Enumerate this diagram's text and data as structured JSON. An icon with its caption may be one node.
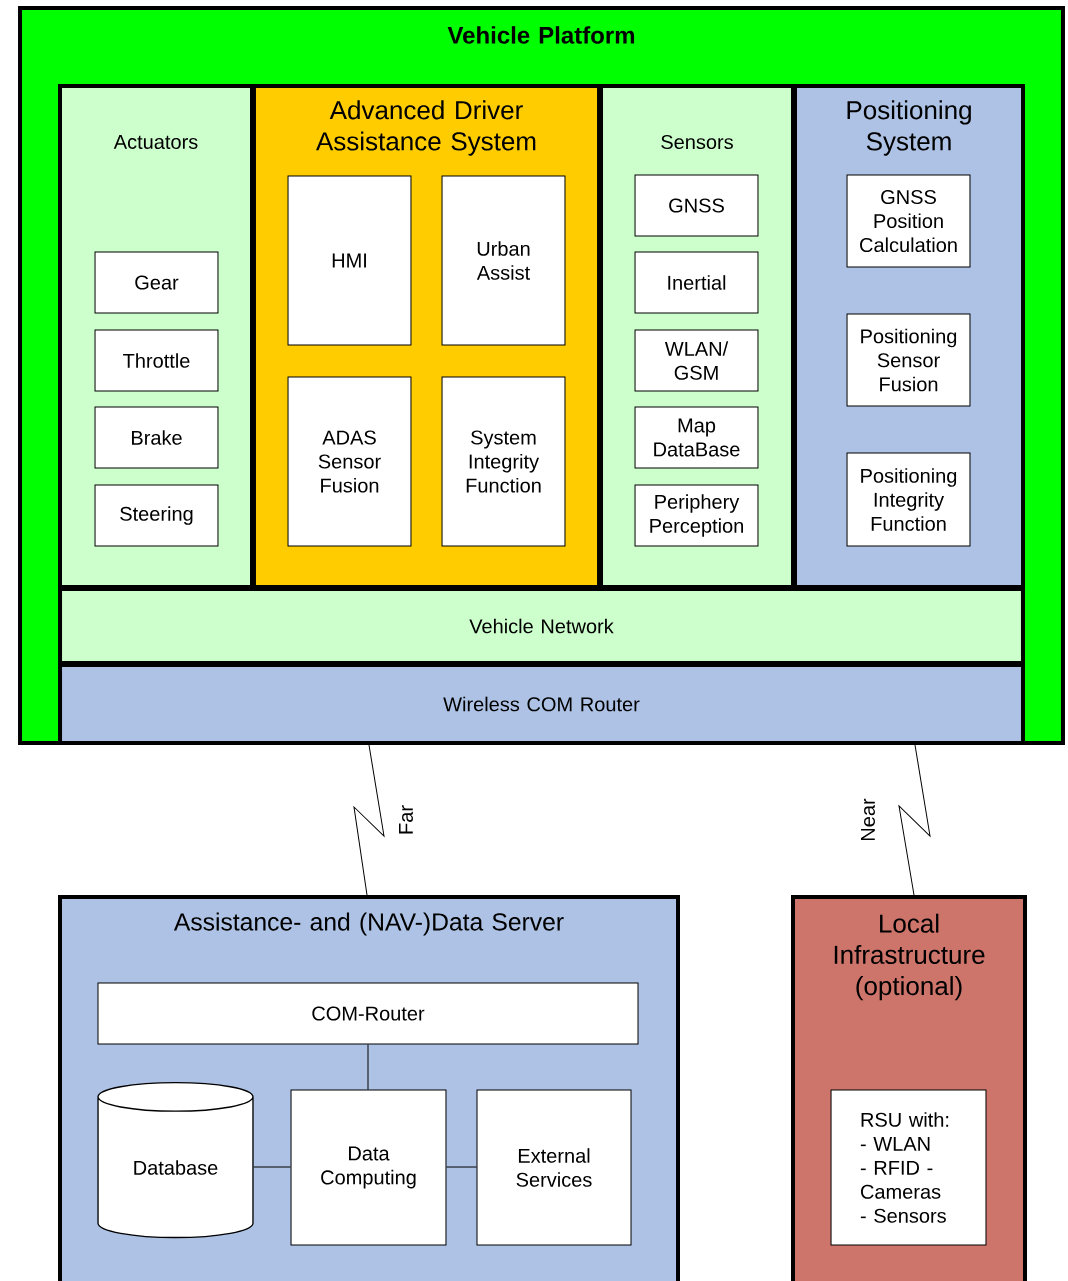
{
  "diagram": {
    "nodes": [
      {
        "text": [
          "Vehicle Platform"
        ]
      },
      {
        "text": [
          "Actuators"
        ],
        "in": 0
      },
      {
        "text": [
          "Gear"
        ],
        "in": 1
      },
      {
        "text": [
          "Throttle"
        ],
        "in": 1
      },
      {
        "text": [
          "Brake"
        ],
        "in": 1
      },
      {
        "text": [
          "Steering"
        ],
        "in": 1
      },
      {
        "text": [
          "Advanced Driver Assistance System"
        ],
        "in": 0
      },
      {
        "text": [
          "HMI"
        ],
        "in": 6
      },
      {
        "text": [
          "Urban Assist"
        ],
        "in": 6
      },
      {
        "text": [
          "ADAS Sensor Fusion"
        ],
        "in": 6
      },
      {
        "text": [
          "System Integrity Function"
        ],
        "in": 6
      },
      {
        "text": [
          "Sensors"
        ],
        "in": 0
      },
      {
        "text": [
          "GNSS"
        ],
        "in": 11
      },
      {
        "text": [
          "Inertial"
        ],
        "in": 11
      },
      {
        "text": [
          "WLAN/ GSM"
        ],
        "in": 11
      },
      {
        "text": [
          "Map DataBase"
        ],
        "in": 11
      },
      {
        "text": [
          "Periphery Perception"
        ],
        "in": 11
      },
      {
        "text": [
          "Positioning System"
        ],
        "in": 0
      },
      {
        "text": [
          "GNSS Position Calculation"
        ],
        "in": 17
      },
      {
        "text": [
          "Positioning Sensor Fusion"
        ],
        "in": 17
      },
      {
        "text": [
          "Positioning Integrity Function"
        ],
        "in": 17
      },
      {
        "text": [
          "Vehicle Network"
        ],
        "in": 0
      },
      {
        "text": [
          "Wireless COM Router"
        ],
        "in": 0
      },
      {
        "text": [
          "Assistance- and (NAV-)Data Server"
        ]
      },
      {
        "text": [
          "COM-Router"
        ],
        "in": 23
      },
      {
        "text": [
          "Database"
        ],
        "in": 23
      },
      {
        "text": [
          "Data Computing"
        ],
        "in": 23
      },
      {
        "text": [
          "External Services"
        ],
        "in": 23
      },
      {
        "text": [
          "Local Infrastructure (optional)"
        ]
      },
      {
        "text": [
          "RSU with: - WLAN - RFID - Cameras - Sensors"
        ],
        "in": 28
      }
    ],
    "edges": [
      {
        "from": 22,
        "to": 23,
        "arrow": "none",
        "label": "Far"
      },
      {
        "from": 22,
        "to": 28,
        "arrow": "none",
        "label": "Near"
      },
      {
        "from": 24,
        "to": 26,
        "arrow": "none"
      },
      {
        "from": 25,
        "to": 26,
        "arrow": "none"
      },
      {
        "from": 26,
        "to": 27,
        "arrow": "none"
      }
    ]
  }
}
